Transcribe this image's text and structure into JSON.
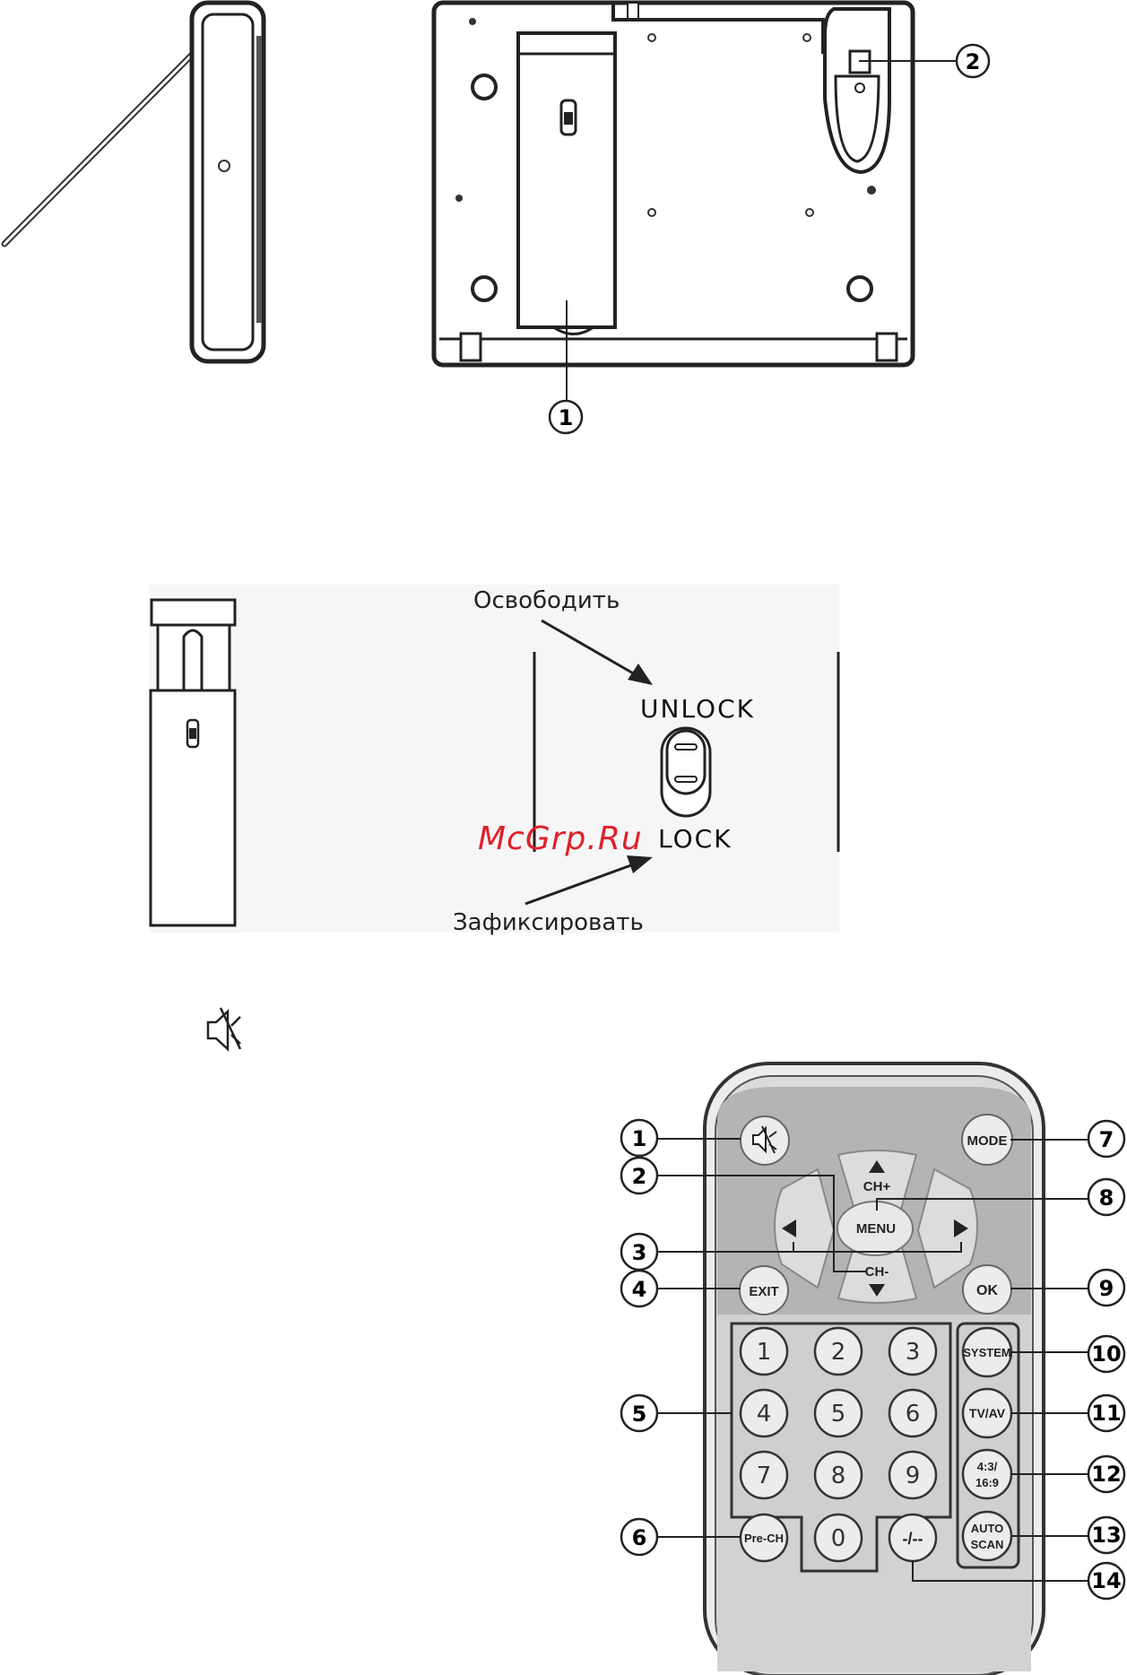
{
  "top_figure": {
    "callouts": [
      "1",
      "2"
    ]
  },
  "lock_figure": {
    "release_label": "Освободить",
    "fix_label": "Зафиксировать",
    "unlock_text": "UNLOCK",
    "lock_text": "LOCK",
    "watermark": "McGrp.Ru"
  },
  "mute_icon": "speaker-mute-icon",
  "remote": {
    "buttons": {
      "mode": "MODE",
      "ch_plus": "CH+",
      "menu": "MENU",
      "ch_minus": "CH-",
      "exit": "EXIT",
      "ok": "OK",
      "system": "SYSTEM",
      "tvav": "TV/AV",
      "aspect_1": "4:3/",
      "aspect_2": "16:9",
      "auto_1": "AUTO",
      "auto_2": "SCAN",
      "prech": "Pre-CH",
      "dash": "-/--"
    },
    "digits": [
      "1",
      "2",
      "3",
      "4",
      "5",
      "6",
      "7",
      "8",
      "9",
      "0"
    ],
    "callouts": [
      "1",
      "2",
      "3",
      "4",
      "5",
      "6",
      "7",
      "8",
      "9",
      "10",
      "11",
      "12",
      "13",
      "14"
    ]
  }
}
